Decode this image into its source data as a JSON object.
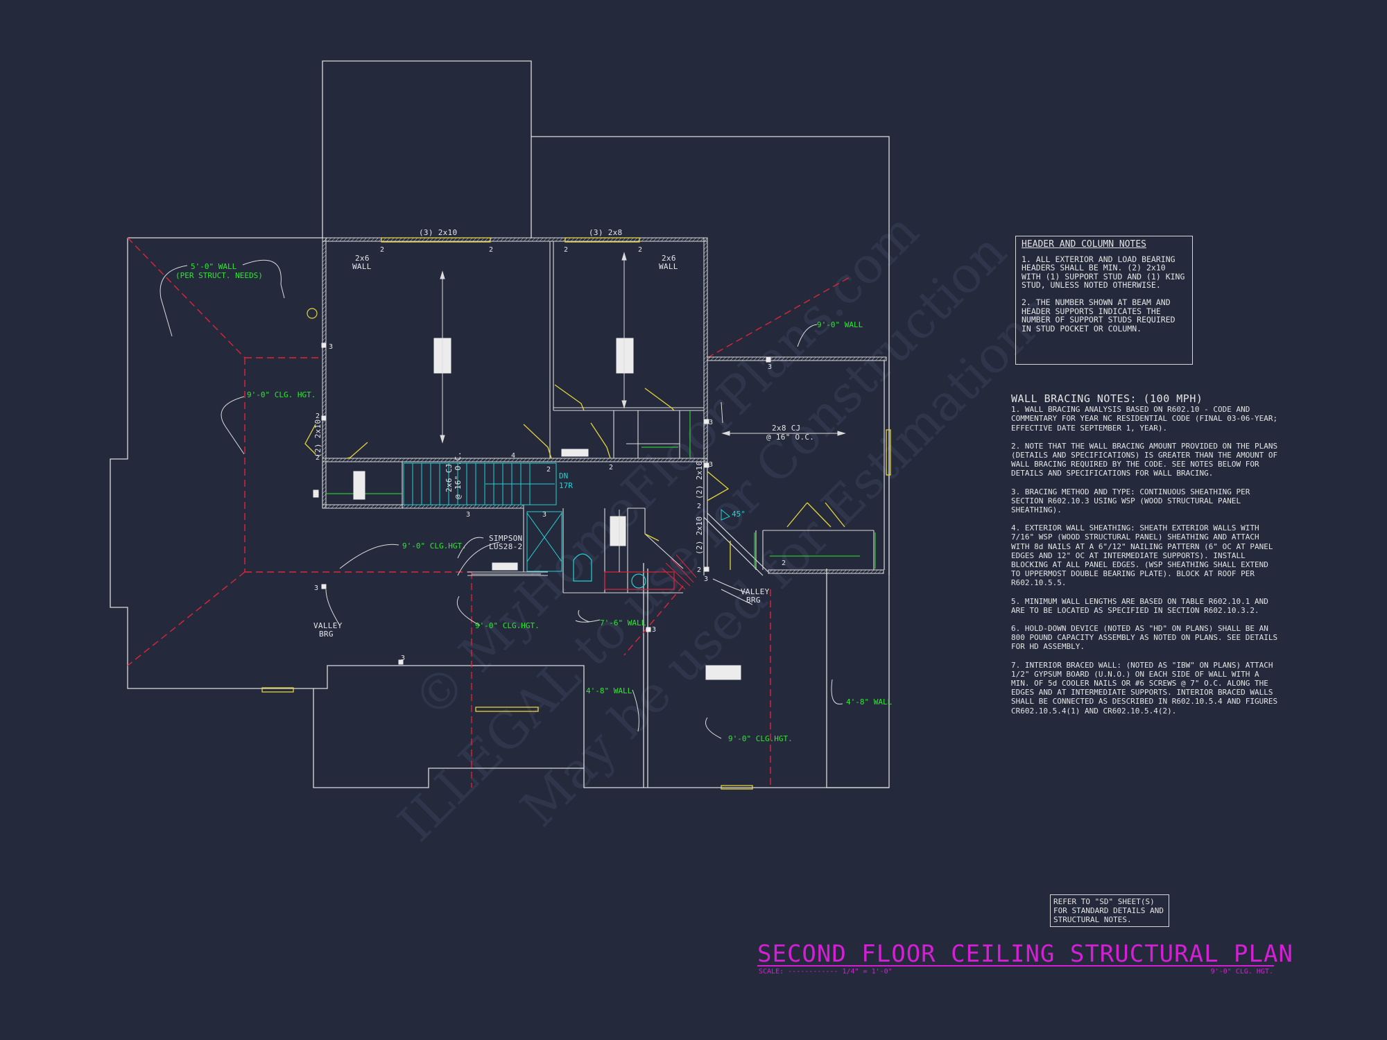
{
  "watermark": {
    "line1": "© MyHomeFloorPlans.com",
    "line2": "ILLEGAL to use for Construction",
    "line3": "May be used for Estimations"
  },
  "header_notes": {
    "title": "HEADER AND COLUMN NOTES",
    "items": [
      "1. ALL EXTERIOR AND LOAD BEARING HEADERS SHALL BE MIN. (2) 2x10 WITH (1) SUPPORT STUD AND (1) KING STUD, UNLESS NOTED OTHERWISE.",
      "2. THE NUMBER SHOWN AT BEAM AND HEADER SUPPORTS INDICATES THE NUMBER OF SUPPORT STUDS REQUIRED IN STUD POCKET OR COLUMN."
    ]
  },
  "bracing_notes": {
    "title": "WALL BRACING NOTES: (100 MPH)",
    "items": [
      "1. WALL BRACING ANALYSIS BASED ON R602.10 - CODE AND COMMENTARY FOR YEAR NC RESIDENTIAL CODE (FINAL 03-06-YEAR; EFFECTIVE DATE SEPTEMBER 1, YEAR).",
      "2. NOTE THAT THE WALL BRACING AMOUNT PROVIDED ON THE PLANS (DETAILS AND SPECIFICATIONS) IS GREATER THAN THE AMOUNT OF WALL BRACING REQUIRED BY THE CODE. SEE NOTES BELOW FOR DETAILS AND SPECIFICATIONS FOR WALL BRACING.",
      "3. BRACING METHOD AND TYPE: CONTINUOUS SHEATHING PER SECTION R602.10.3 USING WSP (WOOD STRUCTURAL PANEL SHEATHING).",
      "4. EXTERIOR WALL SHEATHING: SHEATH EXTERIOR WALLS WITH 7/16\" WSP (WOOD STRUCTURAL PANEL) SHEATHING AND ATTACH WITH 8d NAILS AT A 6\"/12\" NAILING PATTERN (6\" OC AT PANEL EDGES AND 12\" OC AT INTERMEDIATE SUPPORTS). INSTALL BLOCKING AT ALL PANEL EDGES. (WSP SHEATHING SHALL EXTEND TO UPPERMOST DOUBLE BEARING PLATE). BLOCK AT ROOF PER R602.10.5.5.",
      "5. MINIMUM WALL LENGTHS ARE BASED ON TABLE R602.10.1 AND ARE TO BE LOCATED AS SPECIFIED IN SECTION R602.10.3.2.",
      "6. HOLD-DOWN DEVICE (NOTED AS \"HD\" ON PLANS) SHALL BE AN 800 POUND CAPACITY ASSEMBLY AS NOTED ON PLANS. SEE DETAILS FOR HD ASSEMBLY.",
      "7. INTERIOR BRACED WALL: (NOTED AS \"IBW\" ON PLANS) ATTACH 1/2\" GYPSUM BOARD (U.N.O.) ON EACH SIDE OF WALL WITH A MIN. OF 5d COOLER NAILS OR #6 SCREWS @ 7\" O.C. ALONG THE EDGES AND AT INTERMEDIATE SUPPORTS. INTERIOR BRACED WALLS SHALL BE CONNECTED AS DESCRIBED IN R602.10.5.4 AND FIGURES CR602.10.5.4(1) AND CR602.10.5.4(2)."
    ]
  },
  "reference_note": "REFER TO \"SD\" SHEET(S) FOR STANDARD DETAILS AND STRUCTURAL NOTES.",
  "title_block": {
    "title": "SECOND FLOOR CEILING STRUCTURAL PLAN",
    "scale_label": "SCALE:",
    "scale_value": "1/4\" = 1'-0\"",
    "ceiling_height": "9'-0\" CLG. HGT."
  },
  "plan_labels": {
    "header_3_2x10": "(3) 2x10",
    "header_3_2x8": "(3) 2x8",
    "wall_2x6_left": "2x6",
    "wall_2x6_left_b": "WALL",
    "wall_2x6_right": "2x6",
    "wall_2x6_right_b": "WALL",
    "wall_5ft_a": "5'-0\" WALL",
    "wall_5ft_b": "(PER STRUCT. NEEDS)",
    "wall_9ft_right": "9'-0\" WALL",
    "clg_9_left": "9'-0\" CLG. HGT.",
    "clg_9_mid": "9'-0\" CLG.HGT.",
    "clg_9_lower": "9'-0\" CLG.HGT.",
    "clg_9_bottom": "9'-0\" CLG.HGT.",
    "wall_7ft": "7'-6\" WALL",
    "wall_4ft_left": "4'-8\" WALL",
    "wall_4ft_right": "4'-8\" WALL",
    "cj_right_a": "2x8 CJ",
    "cj_right_b": "@ 16\" O.C.",
    "cj_stair_a": "2x6 CJ",
    "cj_stair_b": "@ 16\" O.C.",
    "simpson_a": "SIMPSON",
    "simpson_b": "LUS28-2",
    "valley_left_a": "VALLEY",
    "valley_left_b": "BRG",
    "valley_right_a": "VALLEY",
    "valley_right_b": "BRG",
    "stair_dn": "DN",
    "stair_tr": "17R",
    "angle": "45°",
    "hdr_2x10_a": "(2) 2x10",
    "hdr_2x10_b": "(2) 2x10",
    "hdr_2x10_c": "(2) 2x10"
  },
  "colors": {
    "background": "#242a3c",
    "lines": "#e0e0e0",
    "labels_green": "#2ee82e",
    "ridges_red": "#e0243a",
    "headers_yellow": "#e6d43a",
    "title_magenta": "#d51fd5",
    "stairs_cyan": "#22d3d3"
  }
}
